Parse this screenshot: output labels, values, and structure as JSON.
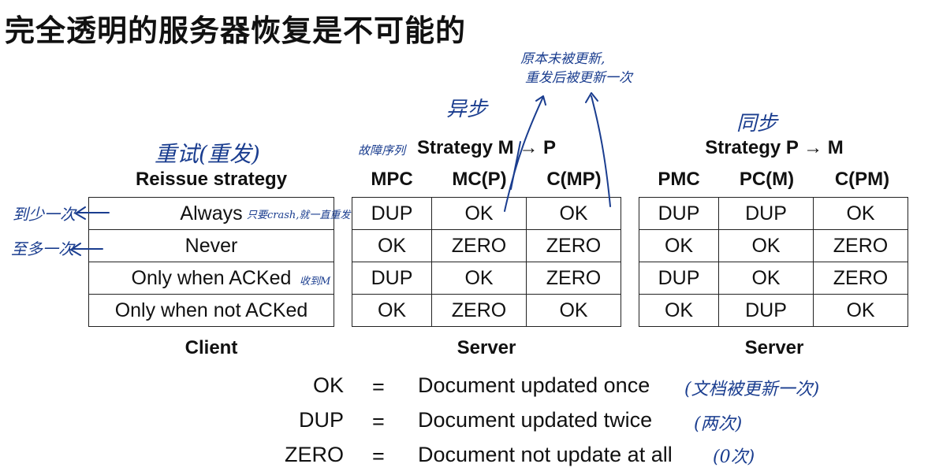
{
  "title": "完全透明的服务器恢复是不可能的",
  "client": {
    "header": "Reissue strategy",
    "rows": [
      "Always",
      "Never",
      "Only when ACKed",
      "Only when not ACKed"
    ],
    "footer": "Client"
  },
  "server_mp": {
    "strategy": "Strategy M → P",
    "columns": [
      "MPC",
      "MC(P)",
      "C(MP)"
    ],
    "rows": [
      [
        "DUP",
        "OK",
        "OK"
      ],
      [
        "OK",
        "ZERO",
        "ZERO"
      ],
      [
        "DUP",
        "OK",
        "ZERO"
      ],
      [
        "OK",
        "ZERO",
        "OK"
      ]
    ],
    "footer": "Server"
  },
  "server_pm": {
    "strategy": "Strategy P → M",
    "columns": [
      "PMC",
      "PC(M)",
      "C(PM)"
    ],
    "rows": [
      [
        "DUP",
        "DUP",
        "OK"
      ],
      [
        "OK",
        "OK",
        "ZERO"
      ],
      [
        "DUP",
        "OK",
        "ZERO"
      ],
      [
        "OK",
        "DUP",
        "OK"
      ]
    ],
    "footer": "Server"
  },
  "legend": [
    {
      "key": "OK",
      "eq": "=",
      "value": "Document updated once"
    },
    {
      "key": "DUP",
      "eq": "=",
      "value": "Document updated twice"
    },
    {
      "key": "ZERO",
      "eq": "=",
      "value": "Document not update at all"
    }
  ],
  "handwriting": {
    "retry": "重试(重发)",
    "at_least_once": "到少一次",
    "at_most_once": "至多一次",
    "async": "异步",
    "sync": "同步",
    "fault_order": "故障序列",
    "always_note": "只要crash,就一直重发",
    "acked_note": "收到M",
    "top_note_1": "原本未被更新,",
    "top_note_2": "重发后被更新一次",
    "ok_note": "(文档被更新一次)",
    "dup_note": "(两次)",
    "zero_note": "(0次)"
  }
}
